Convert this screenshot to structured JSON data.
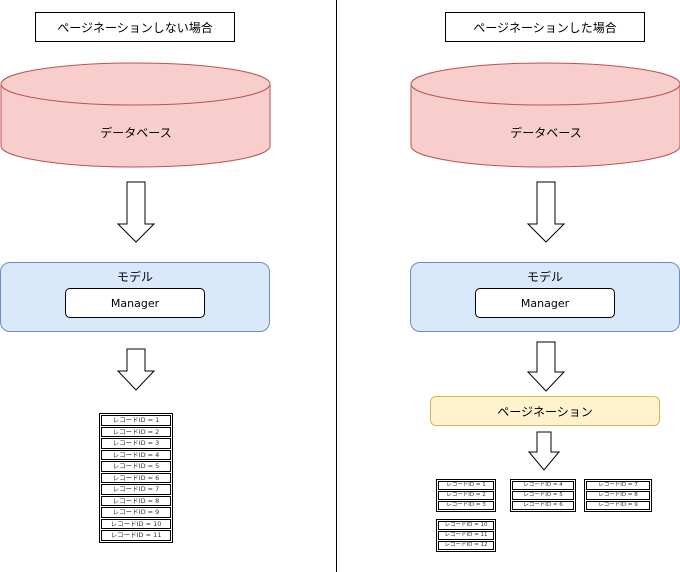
{
  "left": {
    "title": "ページネーションしない場合",
    "database_label": "データベース",
    "model_label": "モデル",
    "manager_label": "Manager",
    "records": [
      "レコードID = 1",
      "レコードID = 2",
      "レコードID = 3",
      "レコードID = 4",
      "レコードID = 5",
      "レコードID = 6",
      "レコードID = 7",
      "レコードID = 8",
      "レコードID = 9",
      "レコードID = 10",
      "レコードID = 11"
    ]
  },
  "right": {
    "title": "ページネーションした場合",
    "database_label": "データベース",
    "model_label": "モデル",
    "manager_label": "Manager",
    "pagination_label": "ページネーション",
    "pages": [
      [
        "レコードID = 1",
        "レコードID = 2",
        "レコードID = 3"
      ],
      [
        "レコードID = 4",
        "レコードID = 5",
        "レコードID = 6"
      ],
      [
        "レコードID = 7",
        "レコードID = 8",
        "レコードID = 9"
      ],
      [
        "レコードID = 10",
        "レコードID = 11",
        "レコードID = 12"
      ]
    ]
  },
  "colors": {
    "database_fill": "#f8cecc",
    "database_stroke": "#b85450",
    "model_fill": "#dae8fc",
    "model_stroke": "#6c8ebf",
    "pagination_fill": "#fff2cc",
    "pagination_stroke": "#d6b656"
  }
}
